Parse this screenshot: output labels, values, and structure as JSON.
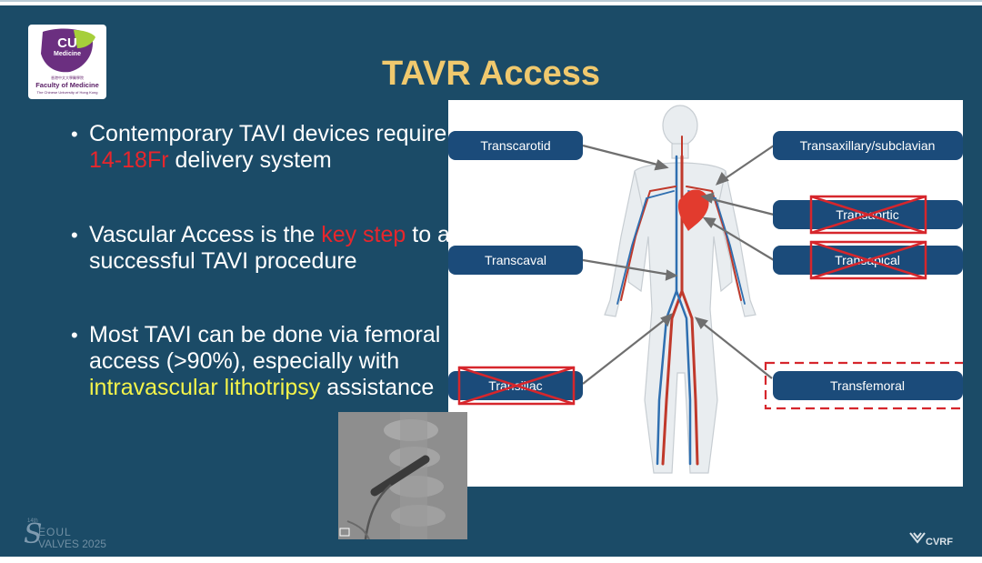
{
  "logo": {
    "mark": "CU",
    "mark_sub": "Medicine",
    "chinese_line": "香港中文大學醫學院",
    "faculty": "Faculty of Medicine",
    "university": "The Chinese University of Hong Kong"
  },
  "title": "TAVR Access",
  "bullets": [
    {
      "parts": [
        "Contemporary TAVI devices require ",
        "14-18Fr",
        " delivery system"
      ]
    },
    {
      "parts": [
        "Vascular Access is the ",
        "key step",
        " to a successful TAVI procedure"
      ]
    },
    {
      "parts": [
        "Most TAVI can be done via femoral access (>90%), especially with ",
        "intravascular lithotripsy",
        " assistance"
      ]
    }
  ],
  "bullet_glyph": "•",
  "figure": {
    "labels": {
      "transcarotid": "Transcarotid",
      "transaxillary": "Transaxillary/subclavian",
      "transaortic": "Transaortic",
      "transapical": "Transapical",
      "transcaval": "Transcaval",
      "transiliac": "Transiliac",
      "transfemoral": "Transfemoral"
    },
    "crossed_out": [
      "Transaortic",
      "Transapical",
      "Transiliac"
    ],
    "highlighted": "Transfemoral"
  },
  "colors": {
    "background": "#1b4b67",
    "title": "#f0c96e",
    "highlight_red": "#e8262c",
    "highlight_yellow": "#f3f34a",
    "label_box": "#1b4b7a"
  },
  "footer": {
    "event_top": "14th",
    "event_line1": "EOUL",
    "event_line2": "VALVES 2025",
    "event_letter": "S",
    "sponsor": "CVRF"
  }
}
